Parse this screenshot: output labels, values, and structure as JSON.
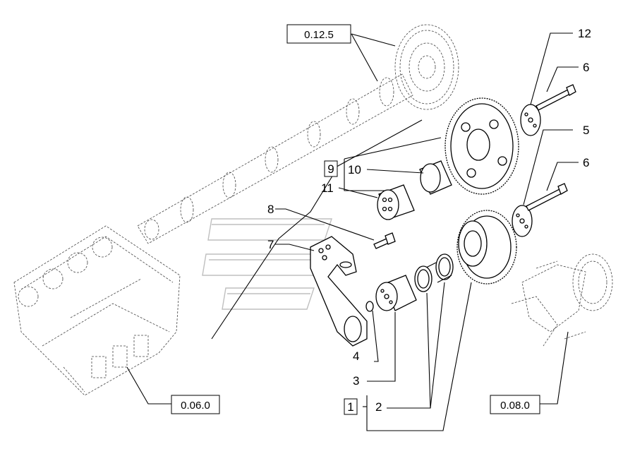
{
  "references": {
    "camshaft": "0.12.5",
    "cylinder_head": "0.06.0",
    "crankshaft": "0.08.0"
  },
  "callouts": {
    "c1": "1",
    "c2": "2",
    "c3": "3",
    "c4": "4",
    "c5": "5",
    "c6a": "6",
    "c6b": "6",
    "c7": "7",
    "c8": "8",
    "c9": "9",
    "c10": "10",
    "c11": "11",
    "c12": "12"
  }
}
